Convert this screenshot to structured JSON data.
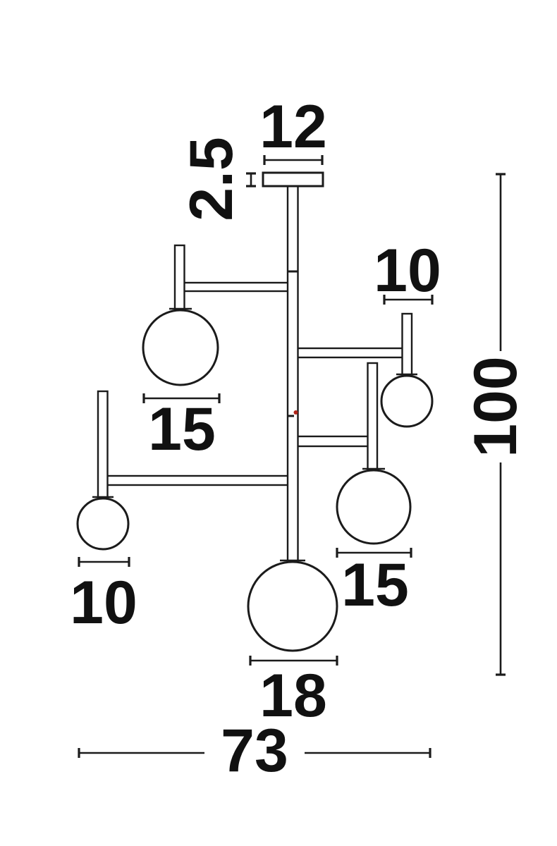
{
  "dimensions": {
    "canopy_width": "12",
    "canopy_thickness": "2.5",
    "right_globe_diameter": "10",
    "overall_height": "100",
    "upper_left_globe_diameter": "15",
    "lower_left_globe_diameter": "10",
    "lower_right_globe_diameter": "15",
    "bottom_globe_diameter": "18",
    "overall_width": "73"
  },
  "colors": {
    "line": "#1b1b1b",
    "label": "#111111",
    "marker_dot": "#b02418",
    "background": "#ffffff"
  }
}
